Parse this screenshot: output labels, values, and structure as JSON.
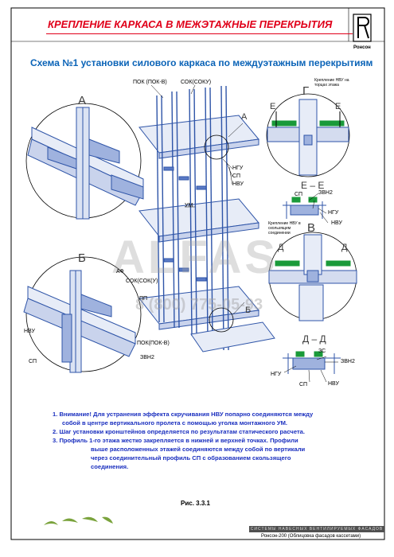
{
  "header": {
    "title": "КРЕПЛЕНИЕ КАРКАСА В МЕЖЭТАЖНЫЕ ПЕРЕКРЫТИЯ",
    "logo_text": "Ронсон"
  },
  "scheme_title": "Схема №1   установки силового каркаса по междуэтажным перекрытиям",
  "views": {
    "a_upper": "А",
    "b_mid": "Б",
    "a_marker": "А",
    "b_marker": "Б",
    "g": "Г",
    "e_left": "Е",
    "e_right": "Е",
    "ee_title": "Е – Е",
    "v": "В",
    "d_left": "Д",
    "d_right": "Д",
    "dd_title": "Д – Д"
  },
  "labels": {
    "pok_top": "ПОК (ПОК-В)",
    "sok_top": "СОК(СОКУ)",
    "ngu": "НГУ",
    "sp": "СП",
    "nvu": "НВУ",
    "um": "УМ",
    "af": "АФ",
    "sok_b": "СОК(СОК(У)",
    "pp": "ПП",
    "nvu_b": "НВУ",
    "sp_b": "СП",
    "pok_b": "ПОК(ПОК-В)",
    "zvn2_b": "ЗВН2",
    "g_note": "Крепление НВУ на торцах этажа",
    "sp_ee": "СП",
    "zvn2_ee": "ЗВН2",
    "ngu_ee": "НГУ",
    "nvu_ee": "НВУ",
    "v_note": "Крепление НВУ в скользящем соединении",
    "zs": "ЗС",
    "zvn2_dd": "ЗВН2",
    "ngu_dd": "НГУ",
    "sp_dd": "СП",
    "nvu_dd": "НВУ"
  },
  "watermark": {
    "brand": "ALFAS",
    "phone": "8 (800) 775-05-93"
  },
  "notes": [
    "1.  Внимание!  Для устранения эффекта скручивания НВУ попарно соединяются между",
    "собой в центре вертикального пролета с помощью уголка монтажного УМ.",
    "2.  Шаг установки кронштейнов определяется по результатам статического расчета.",
    "3. Профиль 1-го этажа жестко закрепляется в нижней и верхней точках.  Профили",
    "выше расположенных этажей соединяются  между собой по вертикали",
    "через соединительный профиль  СП с образованием скользящего",
    "соединения."
  ],
  "caption": "Рис. 3.3.1",
  "footer": {
    "bar": "СИСТЕМЫ НАВЕСНЫХ ВЕНТИЛИРУЕМЫХ ФАСАДОВ",
    "text": "Ронсон-200 (Облицовка фасадов кассетами)"
  },
  "colors": {
    "title": "#e0001a",
    "steel": "#2f55a8",
    "green": "#1a9a3a",
    "notes": "#1a2fbf"
  }
}
